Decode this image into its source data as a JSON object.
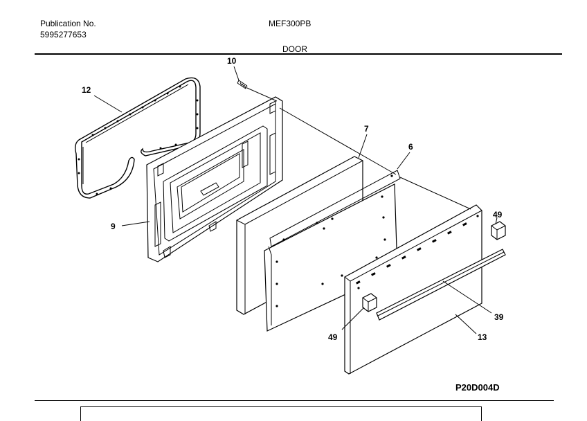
{
  "header": {
    "publication_label": "Publication No.",
    "publication_number": "5995277653",
    "model": "MEF300PB",
    "section": "DOOR"
  },
  "diagram_code": "P20D004D",
  "callouts": {
    "p10": "10",
    "p12": "12",
    "p7": "7",
    "p6": "6",
    "p9": "9",
    "p49a": "49",
    "p49b": "49",
    "p39": "39",
    "p13": "13"
  }
}
